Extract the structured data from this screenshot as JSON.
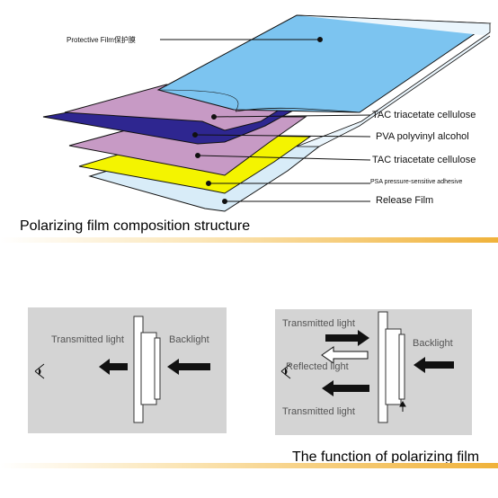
{
  "top": {
    "labels": {
      "protective": "Protective Film保护膜",
      "tac1": "TAC triacetate cellulose",
      "pva": "PVA polyvinyl alcohol",
      "tac2": "TAC triacetate cellulose",
      "psa": "PSA pressure-sensitive adhesive",
      "release": "Release Film"
    },
    "caption": "Polarizing film composition structure"
  },
  "bottom": {
    "left_panel": {
      "transmitted": "Transmitted light",
      "backlight": "Backlight"
    },
    "right_panel": {
      "transmitted_top": "Transmitted light",
      "reflected": "Reflected light",
      "transmitted_bottom": "Transmitted light",
      "backlight": "Backlight"
    },
    "caption": "The function of polarizing film"
  },
  "colors": {
    "protective": "#7cc4f0",
    "tac": "#c79ac5",
    "pva": "#2e2690",
    "psa": "#f4f400",
    "release": "#d8ecf8",
    "panel": "#d4d4d4",
    "accent_bar": "#f0b23a"
  }
}
